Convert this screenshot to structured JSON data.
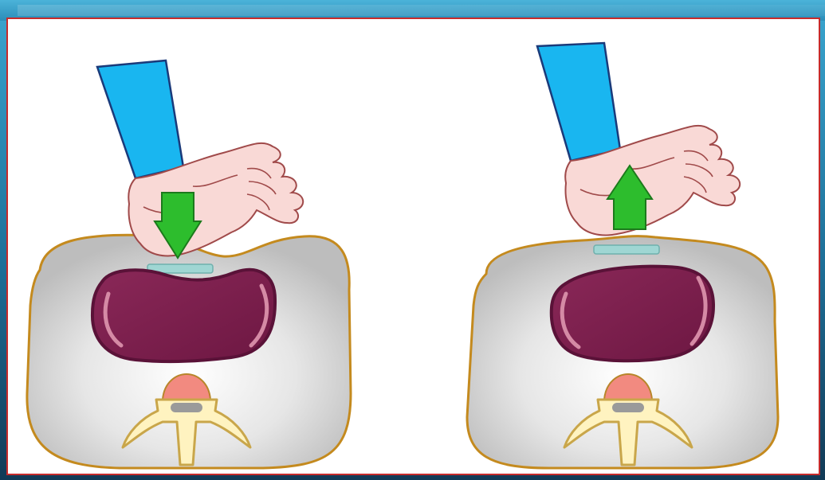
{
  "figure": {
    "panels": [
      {
        "state": "compression",
        "arrow_direction": "down"
      },
      {
        "state": "release",
        "arrow_direction": "up"
      }
    ]
  },
  "colors": {
    "frame_blue": "#2b8db8",
    "panel_border": "#c62b2b",
    "sleeve": "#19b6f0",
    "hand": "#f9d9d6",
    "hand_outline": "#a04a4a",
    "arrow": "#2dbd2d",
    "torso_fill": "#d2d2d2",
    "torso_outline": "#c48a1e",
    "heart": "#7a1e4b",
    "sternum_pad": "#9fd6d3",
    "spinal_cord": "#f28a80",
    "vertebra": "#fff3c0"
  },
  "icons": [
    "down-arrow-icon",
    "up-arrow-icon"
  ]
}
